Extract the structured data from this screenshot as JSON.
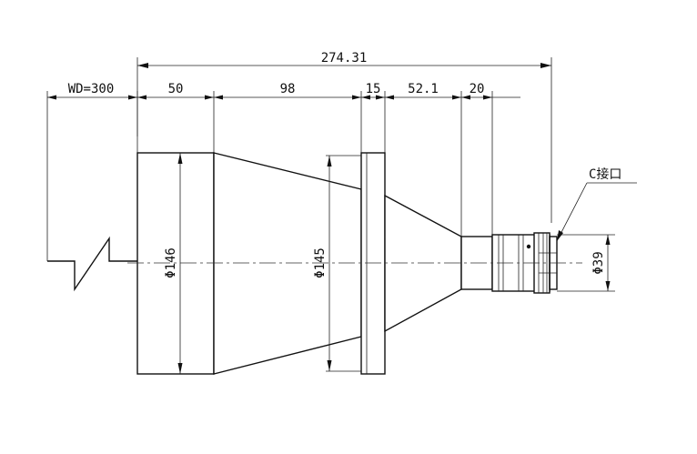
{
  "drawing": {
    "dimensions": {
      "total_length": "274.31",
      "working_distance": "WD=300",
      "seg_front": "50",
      "seg_taper": "98",
      "seg_flange": "15",
      "seg_rear_taper": "52.1",
      "seg_barrel": "20",
      "dia_front": "Φ146",
      "dia_flange": "Φ145",
      "dia_mount": "Φ39"
    },
    "mount_label": "C接口"
  }
}
